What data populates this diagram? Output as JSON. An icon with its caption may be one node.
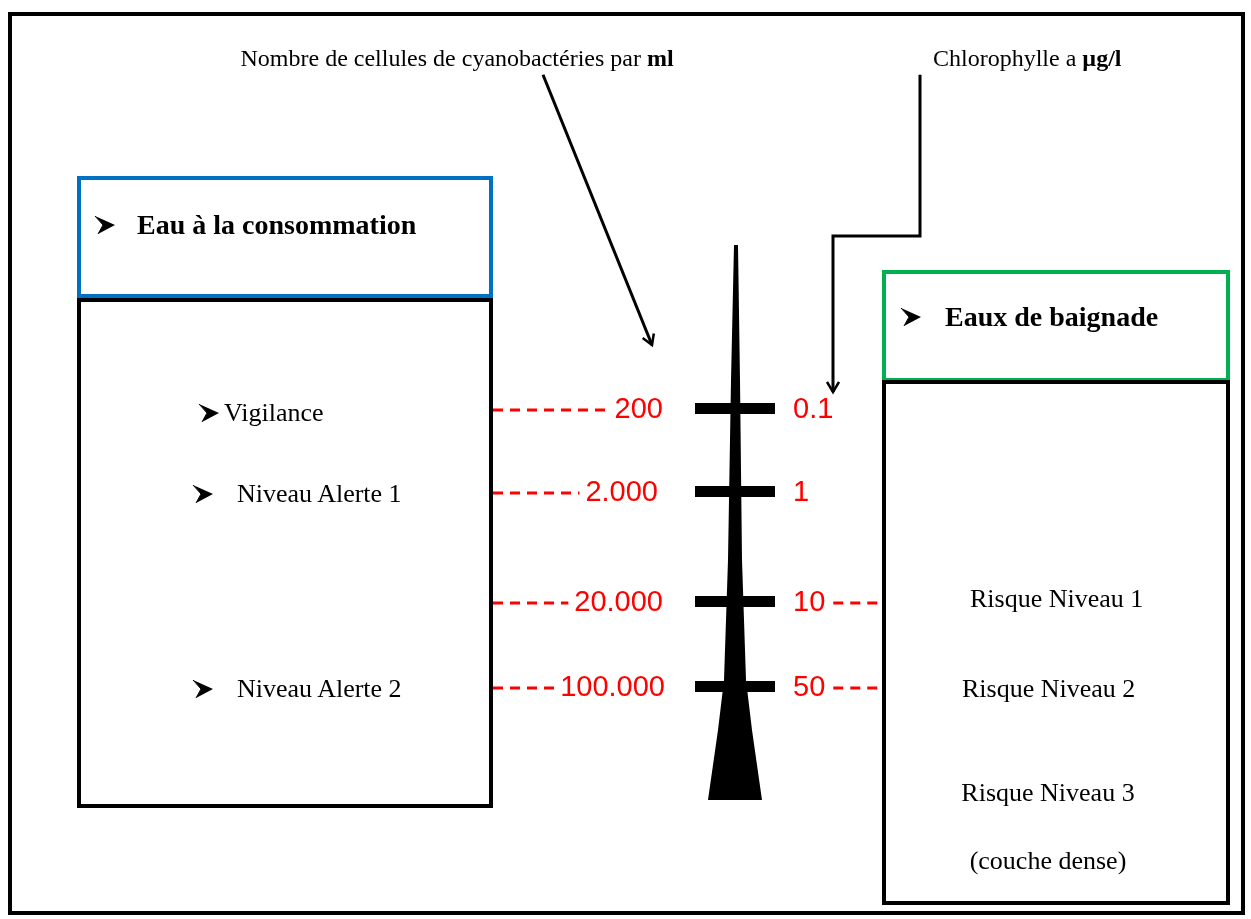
{
  "diagram": {
    "nodes": [
      {
        "text": [
          "Nombre de cellules de cyanobactéries par **ml**"
        ]
      },
      {
        "text": [
          "Chlorophylle a **µg/l**"
        ]
      },
      {
        "text": [
          "Eau à la consommation"
        ]
      },
      {
        "text": [
          "Vigilance",
          "Niveau Alerte 1",
          "Niveau Alerte 2"
        ]
      },
      {
        "text": [
          "Eaux de baignade"
        ]
      },
      {
        "text": [
          "Risque Niveau 1",
          "Risque Niveau 2",
          "Risque Niveau 3 (couche dense)"
        ]
      },
      {
        "text": [
          "200"
        ]
      },
      {
        "text": [
          "2.000"
        ]
      },
      {
        "text": [
          "20.000"
        ]
      },
      {
        "text": [
          "100.000"
        ]
      },
      {
        "text": [
          "0.1"
        ]
      },
      {
        "text": [
          "1"
        ]
      },
      {
        "text": [
          "10"
        ]
      },
      {
        "text": [
          "50"
        ]
      }
    ],
    "edges": [
      {
        "from": 0,
        "to": null,
        "arrow": "to",
        "color": "#000000"
      },
      {
        "from": 1,
        "to": 10,
        "arrow": "to",
        "color": "#000000"
      },
      {
        "from": 3,
        "to": 6,
        "arrow": "none",
        "style": "dashed",
        "color": "#ff0000"
      },
      {
        "from": 3,
        "to": 7,
        "arrow": "none",
        "style": "dashed",
        "color": "#ff0000"
      },
      {
        "from": 3,
        "to": 8,
        "arrow": "none",
        "style": "dashed",
        "color": "#ff0000"
      },
      {
        "from": 3,
        "to": 9,
        "arrow": "none",
        "style": "dashed",
        "color": "#ff0000"
      },
      {
        "from": 12,
        "to": 5,
        "arrow": "none",
        "style": "dashed",
        "color": "#ff0000"
      },
      {
        "from": 13,
        "to": 5,
        "arrow": "none",
        "style": "dashed",
        "color": "#ff0000"
      }
    ]
  }
}
